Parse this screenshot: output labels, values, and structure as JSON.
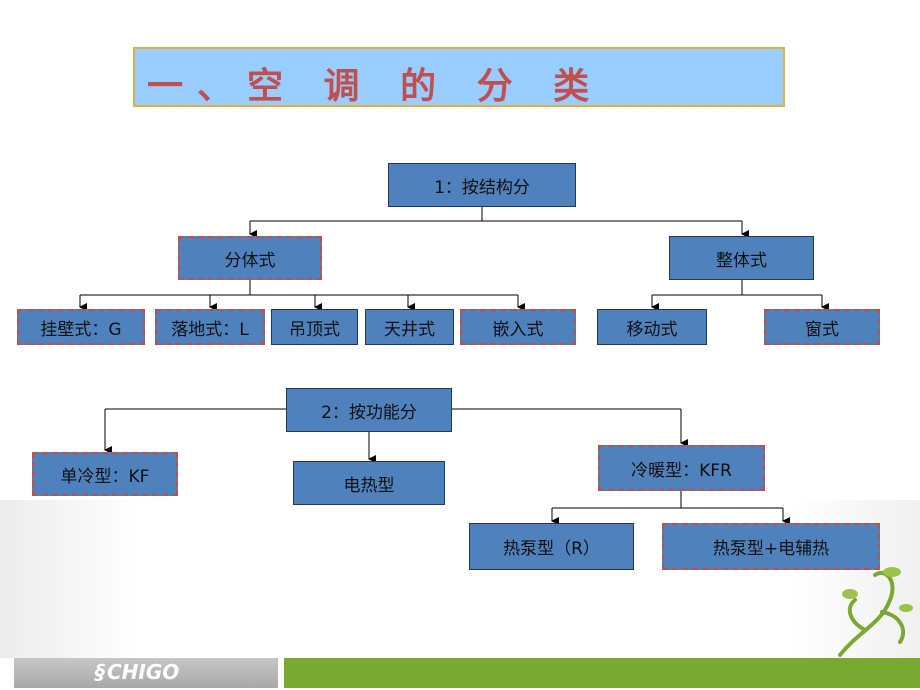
{
  "title": "一、空 调 的 分 类",
  "nodes": {
    "structure": "1：按结构分",
    "split": "分体式",
    "integral": "整体式",
    "wall": "挂壁式：G",
    "floor": "落地式：L",
    "ceiling": "吊顶式",
    "patio": "天井式",
    "embedded": "嵌入式",
    "mobile": "移动式",
    "window": "窗式",
    "function": "2：按功能分",
    "cooling": "单冷型：KF",
    "electric": "电热型",
    "heatcool": "冷暖型：KFR",
    "heatpump": "热泵型（R）",
    "heatpump_aux": "热泵型+电辅热"
  },
  "logo": "CHIGO",
  "colors": {
    "node_fill": "#4f81bd",
    "dashed_border": "#c0504d",
    "title_bg": "#99ccff",
    "title_text": "#c0504d",
    "footer_green": "#7aa832"
  }
}
